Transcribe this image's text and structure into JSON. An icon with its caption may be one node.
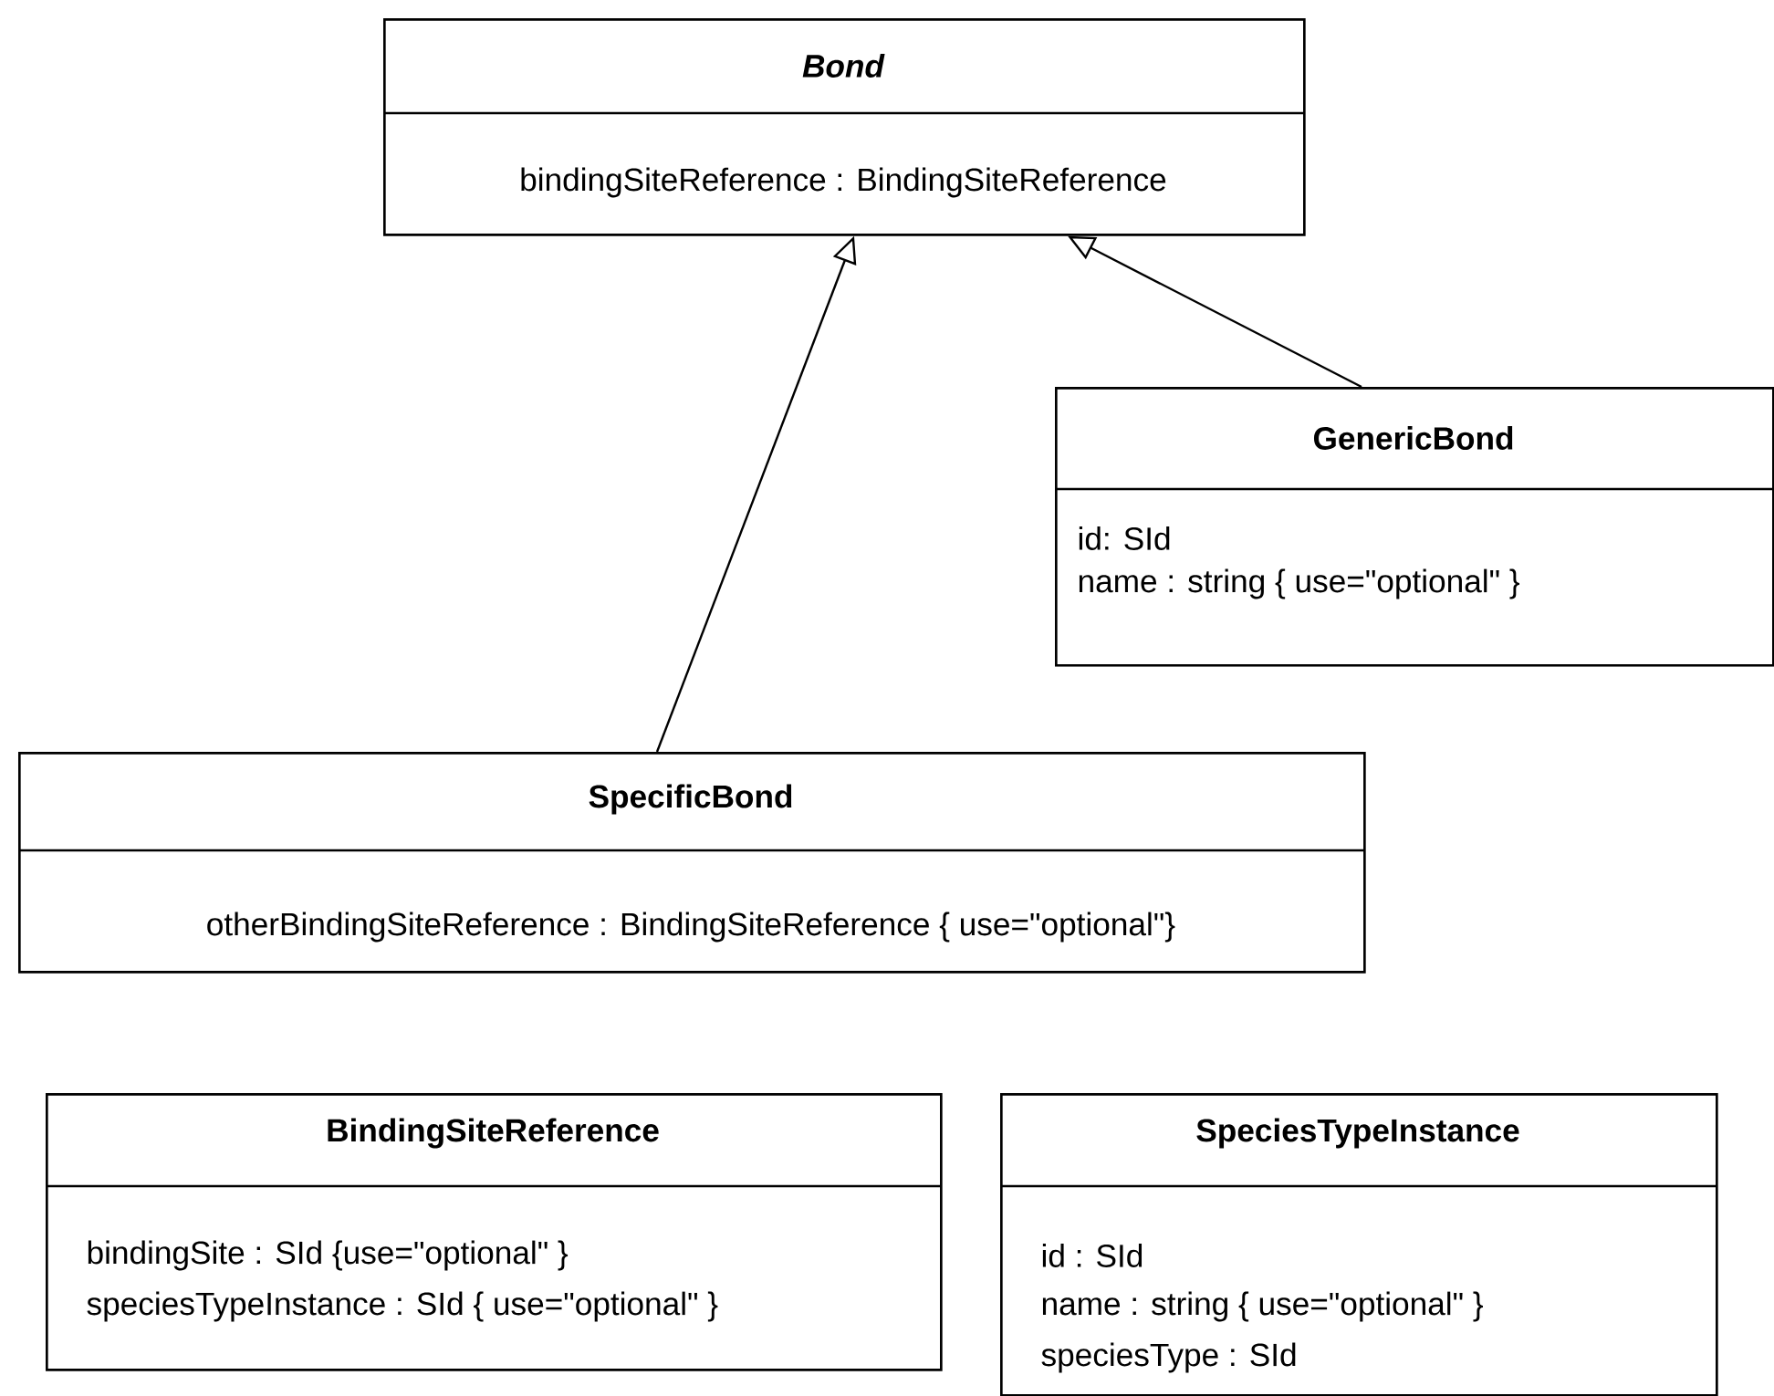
{
  "diagram": {
    "nodes": [
      {
        "text": [
          "Bond",
          "bindingSiteReference : BindingSiteReference"
        ]
      },
      {
        "text": [
          "GenericBond",
          "id: SId",
          "name : string { use=\"optional\" }"
        ]
      },
      {
        "text": [
          "SpecificBond",
          "otherBindingSiteReference : BindingSiteReference { use=\"optional\"}"
        ]
      },
      {
        "text": [
          "BindingSiteReference",
          "bindingSite : SId {use=\"optional\" }",
          "speciesTypeInstance : SId { use=\"optional\" }"
        ]
      },
      {
        "text": [
          "SpeciesTypeInstance",
          "id : SId",
          "name : string { use=\"optional\" }",
          "speciesType : SId"
        ]
      }
    ],
    "edges": [
      {
        "from": 2,
        "to": 0,
        "arrow": "to"
      },
      {
        "from": 1,
        "to": 0,
        "arrow": "to"
      }
    ]
  }
}
